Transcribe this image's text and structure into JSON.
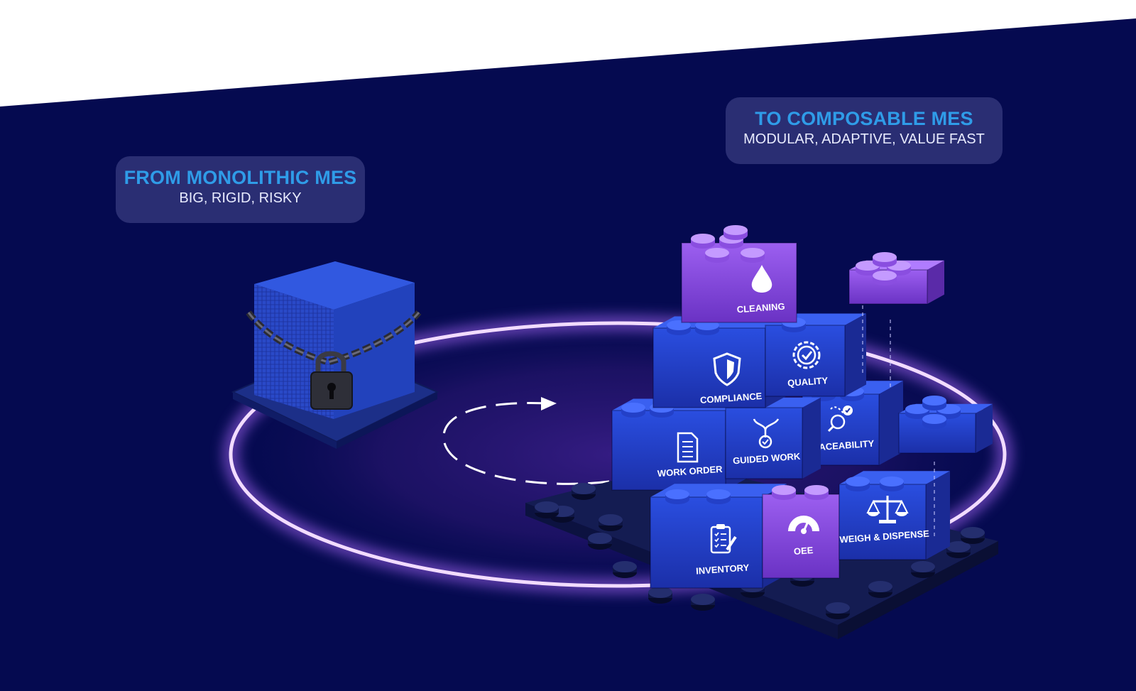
{
  "from": {
    "title": "FROM MONOLITHIC MES",
    "subtitle": "BIG, RIGID, RISKY"
  },
  "to": {
    "title": "TO COMPOSABLE MES",
    "subtitle": "MODULAR, ADAPTIVE, VALUE FAST"
  },
  "modules": {
    "cleaning": "CLEANING",
    "compliance": "COMPLIANCE",
    "quality": "QUALITY",
    "work_order": "WORK ORDER",
    "guided_work": "GUIDED WORK",
    "traceability": "TRACEABILITY",
    "inventory": "INVENTORY",
    "oee": "OEE",
    "weigh_dispense": "WEIGH & DISPENSE"
  },
  "colors": {
    "background": "#050a50",
    "brick_blue": "#2a46d6",
    "brick_purple": "#8e4fe0",
    "ring_glow": "#c98cff",
    "title_blue": "#2f9ce8"
  }
}
